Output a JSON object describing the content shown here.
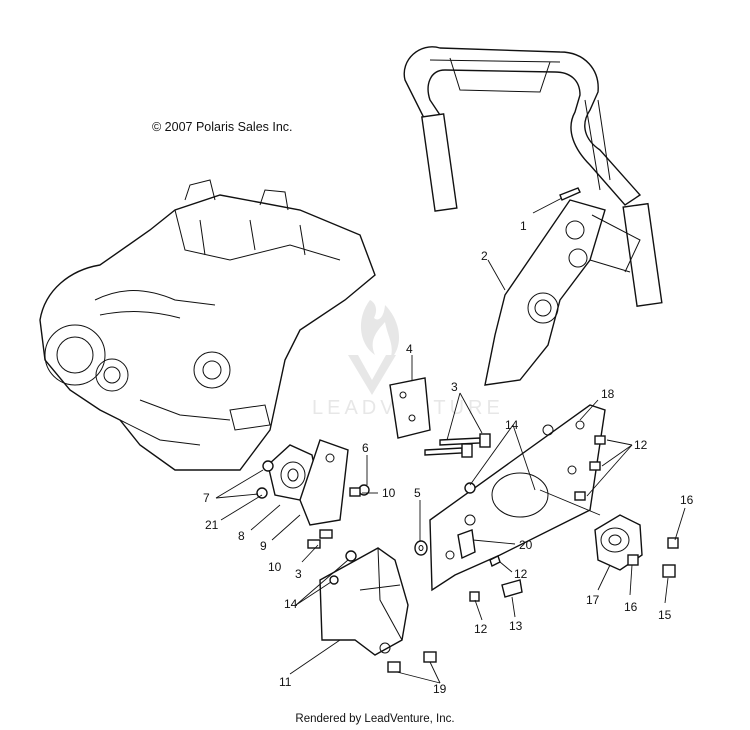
{
  "copyright": "© 2007 Polaris Sales Inc.",
  "footer": "Rendered by LeadVenture, Inc.",
  "callouts": {
    "c1": "1",
    "c2": "2",
    "c3a": "3",
    "c3b": "3",
    "c4": "4",
    "c5": "5",
    "c6": "6",
    "c7": "7",
    "c8": "8",
    "c9": "9",
    "c10a": "10",
    "c10b": "10",
    "c11": "11",
    "c12a": "12",
    "c12b": "12",
    "c12c": "12",
    "c13": "13",
    "c14a": "14",
    "c14b": "14",
    "c15": "15",
    "c16a": "16",
    "c16b": "16",
    "c17": "17",
    "c18": "18",
    "c19": "19",
    "c20": "20",
    "c21": "21"
  },
  "colors": {
    "line": "#111111",
    "watermark": "#c8c8c8"
  }
}
